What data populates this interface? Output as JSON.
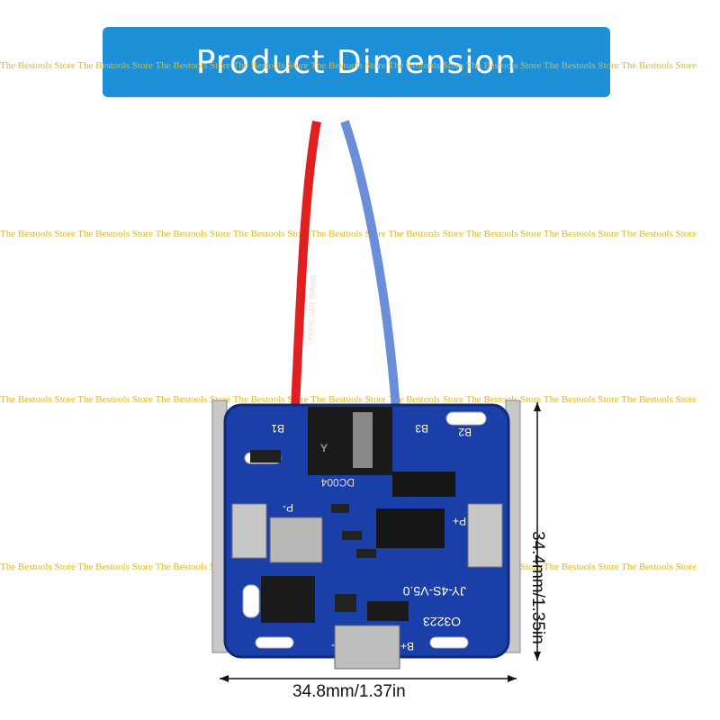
{
  "banner": {
    "title": "Product Dimension"
  },
  "watermark": {
    "text": "The Bestools Store"
  },
  "dimensions": {
    "width": "34.8mm/1.37in",
    "height": "34.4mm/1.35in"
  },
  "board": {
    "model": "JY-4S-V5.0",
    "code": "O3223",
    "pads": {
      "b1": "B1",
      "b2": "B2",
      "b3": "B3",
      "p_minus": "P-",
      "p_plus": "P+",
      "b_minus": "B-",
      "b_plus": "B+"
    },
    "connector_text": "DC004",
    "connector_mark": "Y",
    "wire_print": "18AWG 1007 RUNJI",
    "wire_colors": {
      "red": "#e02020",
      "blue": "#6a8fd8"
    },
    "pcb_color": "#1b3fa8"
  }
}
